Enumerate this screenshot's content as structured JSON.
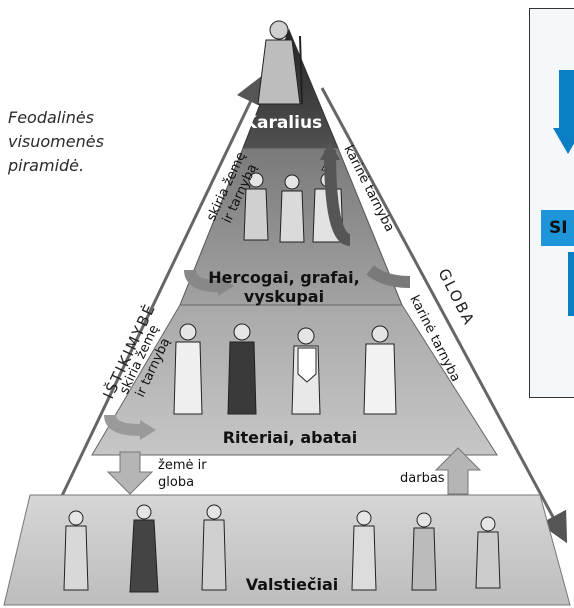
{
  "caption": [
    "Feodalinės",
    "visuomenės",
    "piramidė."
  ],
  "tiers": {
    "top": "Karalius",
    "second": [
      "Hercogai, grafai,",
      "vyskupai"
    ],
    "third": "Riteriai, abatai",
    "base": "Valstiečiai"
  },
  "side_labels": {
    "left": "IŠTIKIMYBĖ",
    "right": "GLOBA"
  },
  "arrow_labels": {
    "grant_1": [
      "skiria žemę",
      "ir tarnybą"
    ],
    "service_1": [
      "karinė tarnyba"
    ],
    "grant_2": [
      "skiria žemę",
      "ir tarnybą"
    ],
    "service_2": [
      "karinė tarnyba"
    ],
    "land_protection": [
      "žemė ir",
      "globa"
    ],
    "work": [
      "darbas"
    ]
  },
  "side_panel": {
    "visible_text": "SI"
  },
  "colors": {
    "top_tier": "#3a3a3a",
    "second_tier": "#8d8d8d",
    "third_tier": "#b9b9b9",
    "base_tier": "#cfcfcf",
    "accent_blue": "#0b7fc4"
  }
}
